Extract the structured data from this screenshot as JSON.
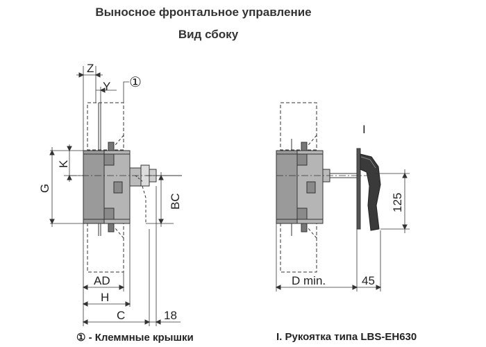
{
  "titles": {
    "main": "Выносное фронтальное управление",
    "sub": "Вид сбоку"
  },
  "left_view": {
    "labels": {
      "z": "Z",
      "y": "Y",
      "marker": "①",
      "k": "K",
      "g": "G",
      "bc": "BC",
      "ad": "AD",
      "h": "H",
      "c": "C",
      "eighteen": "18"
    }
  },
  "right_view": {
    "labels": {
      "i": "I",
      "d_min": "D min.",
      "forty_five": "45",
      "one_twenty_five": "125"
    }
  },
  "captions": {
    "left": "① - Клеммные крышки",
    "right": "I. Рукоятка типа LBS-EH630"
  }
}
